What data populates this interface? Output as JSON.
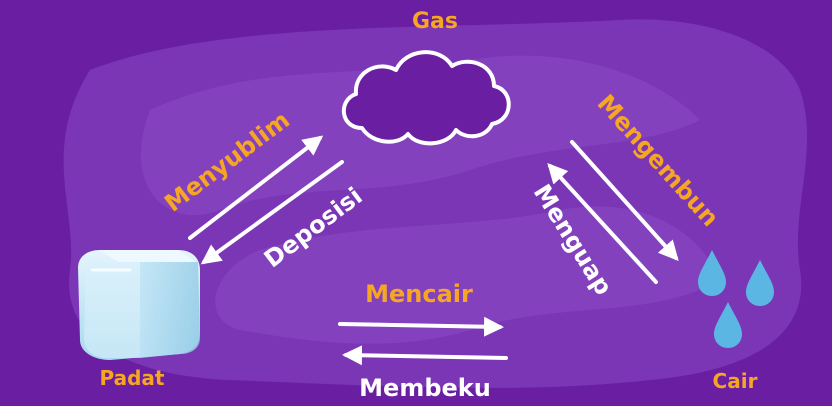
{
  "colors": {
    "background": "#6a1fa2",
    "brush": "#7e3bb8",
    "orange_text": "#f6a623",
    "white_text": "#ffffff",
    "arrow": "#ffffff",
    "ice": "#cfeaf7",
    "water": "#5cb6e4"
  },
  "states": {
    "gas": "Gas",
    "solid": "Padat",
    "liquid": "Cair"
  },
  "processes": {
    "sublimation": "Menyublim",
    "deposition": "Deposisi",
    "condensation": "Mengembun",
    "evaporation": "Menguap",
    "melting": "Mencair",
    "freezing": "Membeku"
  },
  "icons": {
    "gas": "cloud-icon",
    "solid": "ice-cube-icon",
    "liquid": "water-drops-icon"
  }
}
